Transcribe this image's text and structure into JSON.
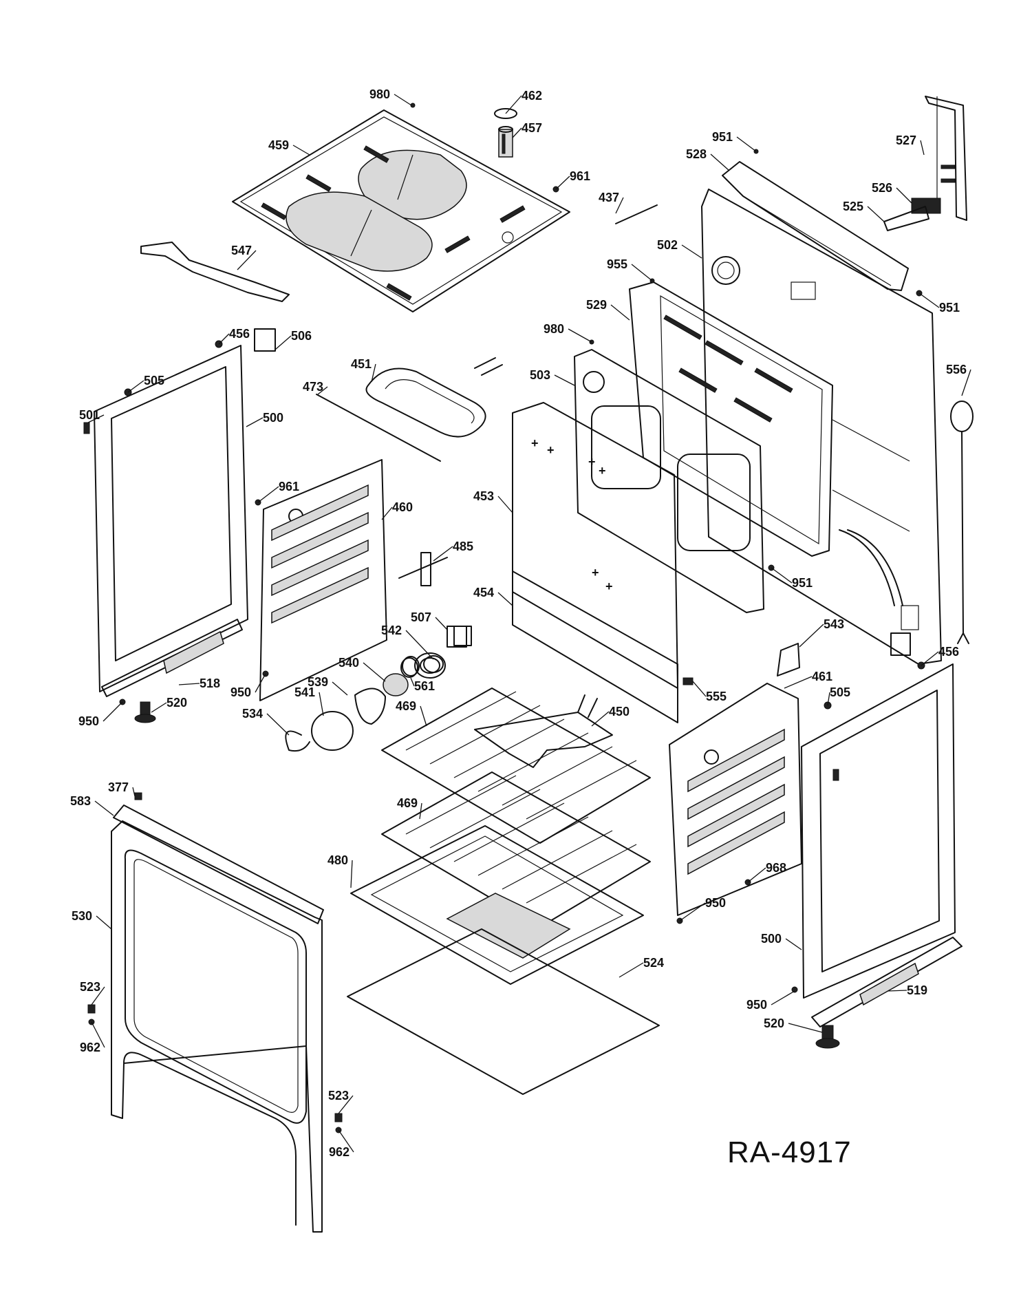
{
  "drawing": {
    "id": "RA-4917",
    "callouts": [
      {
        "number": "980"
      },
      {
        "number": "462"
      },
      {
        "number": "457"
      },
      {
        "number": "459"
      },
      {
        "number": "961"
      },
      {
        "number": "951"
      },
      {
        "number": "527"
      },
      {
        "number": "528"
      },
      {
        "number": "437"
      },
      {
        "number": "526"
      },
      {
        "number": "525"
      },
      {
        "number": "502"
      },
      {
        "number": "547"
      },
      {
        "number": "955"
      },
      {
        "number": "951"
      },
      {
        "number": "529"
      },
      {
        "number": "980"
      },
      {
        "number": "456"
      },
      {
        "number": "506"
      },
      {
        "number": "451"
      },
      {
        "number": "503"
      },
      {
        "number": "556"
      },
      {
        "number": "505"
      },
      {
        "number": "473"
      },
      {
        "number": "501"
      },
      {
        "number": "500"
      },
      {
        "number": "961"
      },
      {
        "number": "453"
      },
      {
        "number": "460"
      },
      {
        "number": "485"
      },
      {
        "number": "951"
      },
      {
        "number": "454"
      },
      {
        "number": "507"
      },
      {
        "number": "543"
      },
      {
        "number": "542"
      },
      {
        "number": "540"
      },
      {
        "number": "456"
      },
      {
        "number": "518"
      },
      {
        "number": "539"
      },
      {
        "number": "561"
      },
      {
        "number": "461"
      },
      {
        "number": "950"
      },
      {
        "number": "541"
      },
      {
        "number": "555"
      },
      {
        "number": "505"
      },
      {
        "number": "950"
      },
      {
        "number": "520"
      },
      {
        "number": "534"
      },
      {
        "number": "469"
      },
      {
        "number": "450"
      },
      {
        "number": "377"
      },
      {
        "number": "583"
      },
      {
        "number": "469"
      },
      {
        "number": "480"
      },
      {
        "number": "968"
      },
      {
        "number": "530"
      },
      {
        "number": "950"
      },
      {
        "number": "500"
      },
      {
        "number": "524"
      },
      {
        "number": "523"
      },
      {
        "number": "519"
      },
      {
        "number": "950"
      },
      {
        "number": "962"
      },
      {
        "number": "520"
      },
      {
        "number": "523"
      },
      {
        "number": "962"
      }
    ]
  }
}
